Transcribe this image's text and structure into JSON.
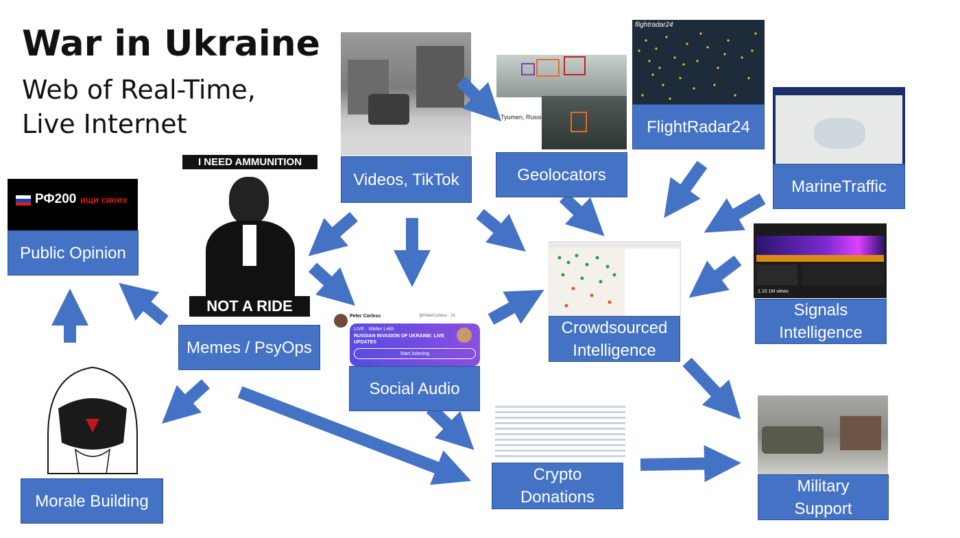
{
  "title": "War in Ukraine",
  "subtitle_line1": "Web of Real-Time,",
  "subtitle_line2": "Live Internet",
  "nodes": {
    "videos": "Videos, TikTok",
    "geolocators": "Geolocators",
    "flightradar": "FlightRadar24",
    "marinetraffic": "MarineTraffic",
    "public_opinion": "Public Opinion",
    "memes": "Memes / PsyOps",
    "social_audio": "Social Audio",
    "crowdsourced": "Crowdsourced\nIntelligence",
    "signals": "Signals\nIntelligence",
    "morale": "Morale Building",
    "crypto": "Crypto\nDonations",
    "military": "Military\nSupport"
  },
  "images": {
    "rf200_text": "РФ200",
    "rf200_red": "ищи своих",
    "poster_top": "I NEED AMMUNITION",
    "poster_bottom": "NOT A RIDE",
    "geo_caption": "Tyumen, Russia",
    "flightradar_logo": "flightradar24",
    "audio_user": "Peter Corless",
    "audio_handle": "@PeterCorless · 1h",
    "audio_live": "LIVE · Walter Lekh",
    "audio_title": "RUSSIAN INVASION OF UKRAINE: LIVE UPDATES",
    "audio_button": "Start listening",
    "sdr_views": "1.10  1M views"
  }
}
